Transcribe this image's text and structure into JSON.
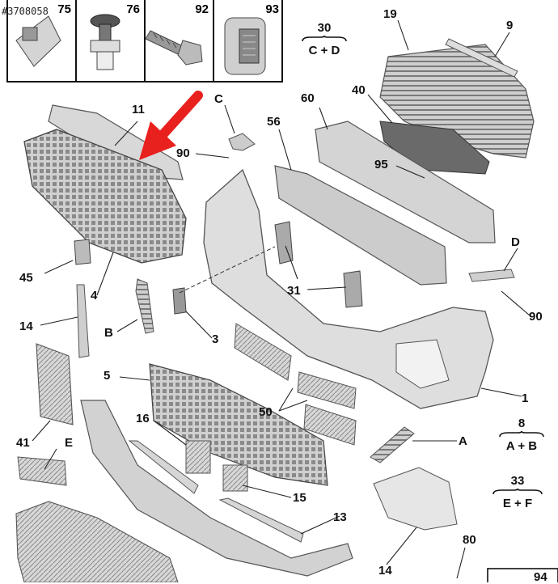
{
  "image_ref": "#3708058",
  "inset_parts": [
    {
      "number": "75"
    },
    {
      "number": "76"
    },
    {
      "number": "92"
    },
    {
      "number": "93"
    }
  ],
  "callouts": {
    "c19": "19",
    "c9": "9",
    "c60": "60",
    "c40": "40",
    "c56": "56",
    "c95": "95",
    "c11": "11",
    "cC": "C",
    "c90a": "90",
    "cD": "D",
    "c45": "45",
    "c4": "4",
    "c31": "31",
    "c90b": "90",
    "c14a": "14",
    "cB": "B",
    "c3": "3",
    "c5": "5",
    "c1": "1",
    "c16": "16",
    "c50": "50",
    "c41": "41",
    "cE": "E",
    "cA": "A",
    "c15": "15",
    "c13": "13",
    "c14b": "14",
    "c80": "80",
    "c94": "94"
  },
  "groups": [
    {
      "number": "30",
      "composition": "C + D"
    },
    {
      "number": "8",
      "composition": "A + B"
    },
    {
      "number": "33",
      "composition": "E + F"
    }
  ],
  "colors": {
    "arrow": "#e8211e",
    "part_fill": "#d9d9d9",
    "part_stroke": "#555555",
    "label": "#111111"
  }
}
